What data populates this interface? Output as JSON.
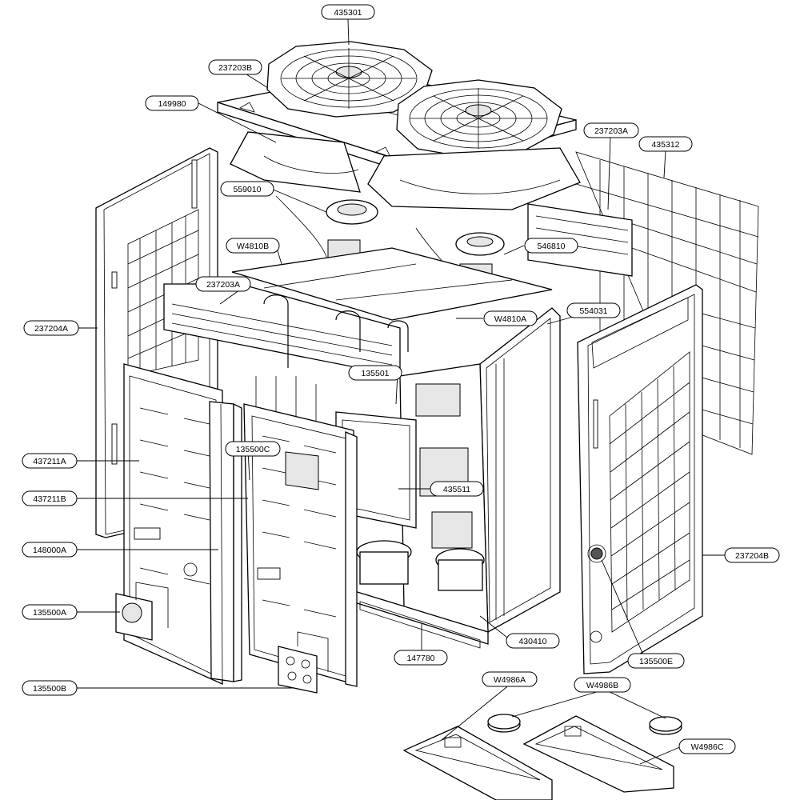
{
  "diagram": {
    "part_labels": [
      {
        "id": "p435301",
        "text": "435301"
      },
      {
        "id": "p237203B",
        "text": "237203B"
      },
      {
        "id": "p149980",
        "text": "149980"
      },
      {
        "id": "p237203A_top",
        "text": "237203A"
      },
      {
        "id": "p435312",
        "text": "435312"
      },
      {
        "id": "p559010",
        "text": "559010"
      },
      {
        "id": "p546810",
        "text": "546810"
      },
      {
        "id": "pW4810B",
        "text": "W4810B"
      },
      {
        "id": "p237203A_mid",
        "text": "237203A"
      },
      {
        "id": "p554031",
        "text": "554031"
      },
      {
        "id": "pW4810A",
        "text": "W4810A"
      },
      {
        "id": "p237204A",
        "text": "237204A"
      },
      {
        "id": "p135501",
        "text": "135501"
      },
      {
        "id": "p135500C",
        "text": "135500C"
      },
      {
        "id": "p437211A",
        "text": "437211A"
      },
      {
        "id": "p435511",
        "text": "435511"
      },
      {
        "id": "p437211B",
        "text": "437211B"
      },
      {
        "id": "p148000A",
        "text": "148000A"
      },
      {
        "id": "p237204B",
        "text": "237204B"
      },
      {
        "id": "p135500A",
        "text": "135500A"
      },
      {
        "id": "p430410",
        "text": "430410"
      },
      {
        "id": "p147780",
        "text": "147780"
      },
      {
        "id": "p135500E",
        "text": "135500E"
      },
      {
        "id": "p135500B",
        "text": "135500B"
      },
      {
        "id": "pW4986A",
        "text": "W4986A"
      },
      {
        "id": "pW4986B",
        "text": "W4986B"
      },
      {
        "id": "pW4986C",
        "text": "W4986C"
      }
    ]
  }
}
